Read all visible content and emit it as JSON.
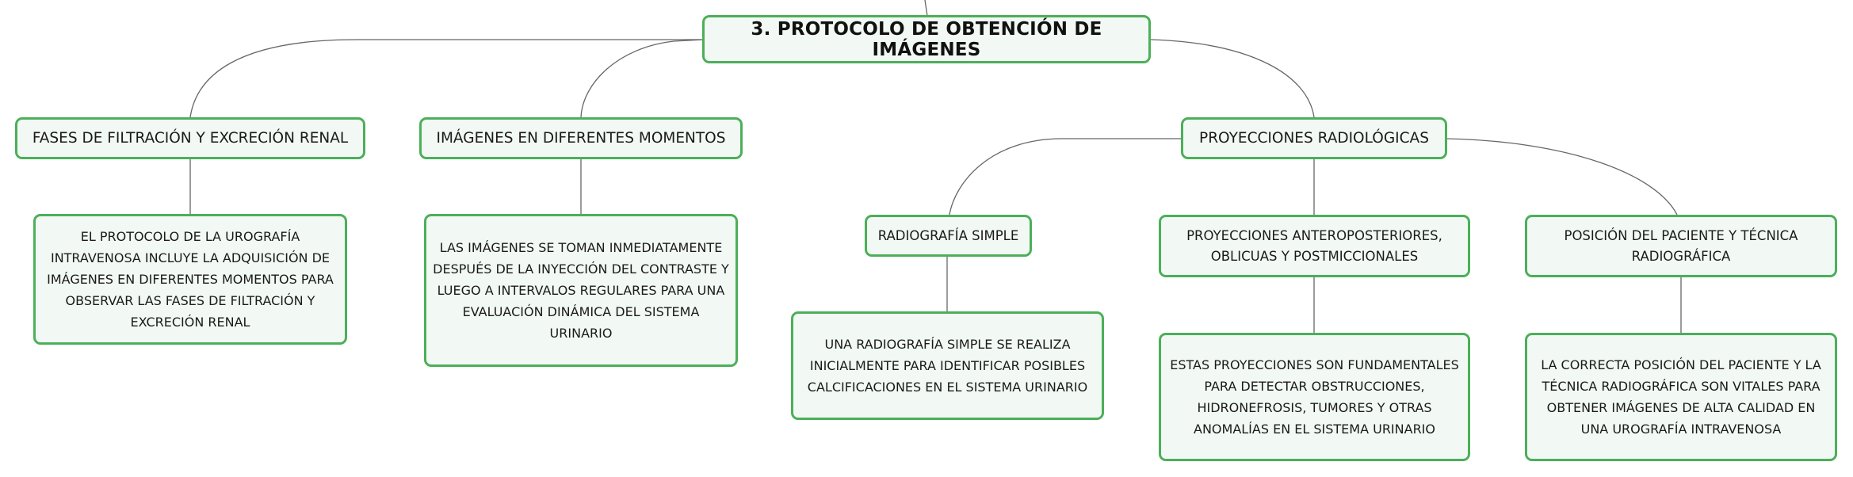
{
  "colors": {
    "node_border": "#4caf59",
    "node_fill": "#f2f9f4",
    "connector": "#666666"
  },
  "root": {
    "label": "3. PROTOCOLO DE OBTENCIÓN DE IMÁGENES"
  },
  "branches": {
    "fases": {
      "label": "FASES DE FILTRACIÓN Y EXCRECIÓN RENAL",
      "detail": "EL PROTOCOLO DE LA UROGRAFÍA INTRAVENOSA INCLUYE LA ADQUISICIÓN DE IMÁGENES EN DIFERENTES MOMENTOS PARA OBSERVAR LAS FASES DE FILTRACIÓN Y EXCRECIÓN RENAL"
    },
    "imagenes": {
      "label": "IMÁGENES EN DIFERENTES MOMENTOS",
      "detail": "LAS IMÁGENES SE TOMAN INMEDIATAMENTE DESPUÉS DE LA INYECCIÓN DEL CONTRASTE Y LUEGO A INTERVALOS REGULARES PARA UNA EVALUACIÓN DINÁMICA DEL SISTEMA URINARIO"
    },
    "proyecciones": {
      "label": "PROYECCIONES RADIOLÓGICAS",
      "children": {
        "simple": {
          "label": "RADIOGRAFÍA SIMPLE",
          "detail": "UNA RADIOGRAFÍA SIMPLE SE REALIZA INICIALMENTE PARA IDENTIFICAR POSIBLES CALCIFICACIONES EN EL SISTEMA URINARIO"
        },
        "antero": {
          "label": "PROYECCIONES ANTEROPOSTERIORES, OBLICUAS Y POSTMICCIONALES",
          "detail": "ESTAS PROYECCIONES SON FUNDAMENTALES PARA DETECTAR OBSTRUCCIONES, HIDRONEFROSIS, TUMORES Y OTRAS ANOMALÍAS EN EL SISTEMA URINARIO"
        },
        "posicion": {
          "label": "POSICIÓN DEL PACIENTE Y TÉCNICA RADIOGRÁFICA",
          "detail": "LA CORRECTA POSICIÓN DEL PACIENTE Y LA TÉCNICA RADIOGRÁFICA SON VITALES PARA OBTENER IMÁGENES DE ALTA CALIDAD EN UNA UROGRAFÍA INTRAVENOSA"
        }
      }
    }
  }
}
